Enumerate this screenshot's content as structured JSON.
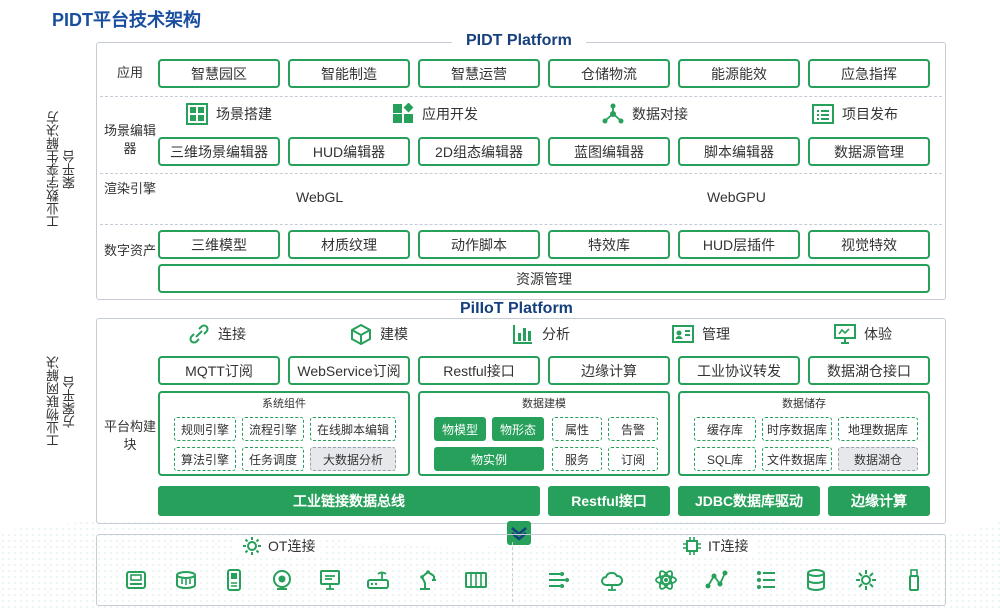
{
  "title": "PIDT平台技术架构",
  "pidt": {
    "platform_title": "PIDT Platform",
    "side_label": "工业数字孪生解决方案平台",
    "rows": {
      "app_label": "应用",
      "apps": [
        "智慧园区",
        "智能制造",
        "智慧运营",
        "仓储物流",
        "能源能效",
        "应急指挥"
      ],
      "editor_label": "场景编辑器",
      "editor_categories": [
        "场景搭建",
        "应用开发",
        "数据对接",
        "项目发布"
      ],
      "editors": [
        "三维场景编辑器",
        "HUD编辑器",
        "2D组态编辑器",
        "蓝图编辑器",
        "脚本编辑器",
        "数据源管理"
      ],
      "render_label": "渲染引擎",
      "render_engines": [
        "WebGL",
        "WebGPU"
      ],
      "asset_label": "数字资产",
      "assets": [
        "三维模型",
        "材质纹理",
        "动作脚本",
        "特效库",
        "HUD层插件",
        "视觉特效"
      ],
      "resource_mgmt": "资源管理"
    }
  },
  "piiot": {
    "platform_title": "PiIIoT Platform",
    "side_label": "工业物联网解决方案平台",
    "categories": [
      "连接",
      "建模",
      "分析",
      "管理",
      "体验"
    ],
    "interfaces": [
      "MQTT订阅",
      "WebService订阅",
      "Restful接口",
      "边缘计算",
      "工业协议转发",
      "数据湖仓接口"
    ],
    "block_label": "平台构建块",
    "system_components": {
      "title": "系统组件",
      "items": [
        "规则引擎",
        "流程引擎",
        "在线脚本编辑",
        "算法引擎",
        "任务调度",
        "大数据分析"
      ]
    },
    "data_modeling": {
      "title": "数据建模",
      "items": [
        "物模型",
        "物形态",
        "属性",
        "告警",
        "物实例",
        "服务",
        "订阅"
      ]
    },
    "data_storage": {
      "title": "数据储存",
      "items": [
        "缓存库",
        "时序数据库",
        "地理数据库",
        "SQL库",
        "文件数据库",
        "数据湖仓"
      ]
    },
    "bars": [
      "工业链接数据总线",
      "Restful接口",
      "JDBC数据库驱动",
      "边缘计算"
    ]
  },
  "connect": {
    "ot_label": "OT连接",
    "it_label": "IT连接"
  },
  "colors": {
    "accent": "#26a05a",
    "title_blue": "#1a4fa0"
  }
}
